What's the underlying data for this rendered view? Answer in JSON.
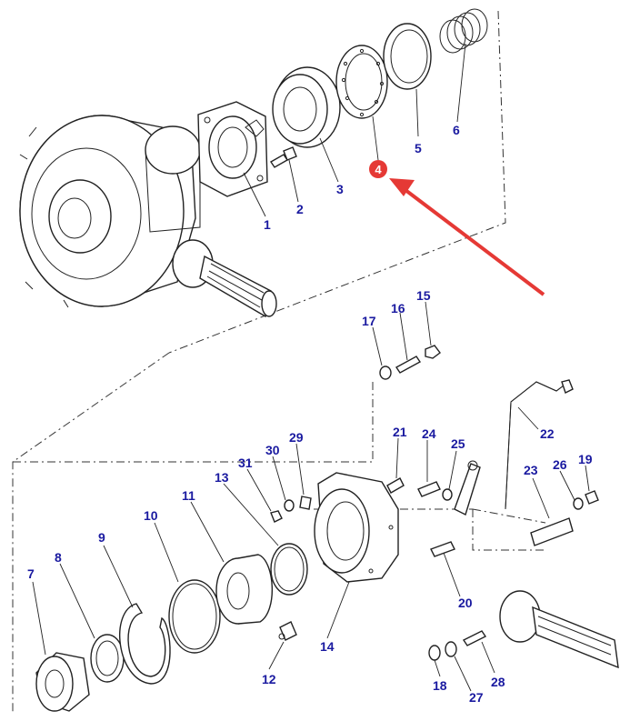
{
  "diagram": {
    "callouts": [
      {
        "id": "1",
        "text": "1"
      },
      {
        "id": "2",
        "text": "2"
      },
      {
        "id": "3",
        "text": "3"
      },
      {
        "id": "4",
        "text": "4"
      },
      {
        "id": "5",
        "text": "5"
      },
      {
        "id": "6",
        "text": "6"
      },
      {
        "id": "7",
        "text": "7"
      },
      {
        "id": "8",
        "text": "8"
      },
      {
        "id": "9",
        "text": "9"
      },
      {
        "id": "10",
        "text": "10"
      },
      {
        "id": "11",
        "text": "11"
      },
      {
        "id": "12",
        "text": "12"
      },
      {
        "id": "13",
        "text": "13"
      },
      {
        "id": "14",
        "text": "14"
      },
      {
        "id": "15",
        "text": "15"
      },
      {
        "id": "16",
        "text": "16"
      },
      {
        "id": "17",
        "text": "17"
      },
      {
        "id": "18",
        "text": "18"
      },
      {
        "id": "19",
        "text": "19"
      },
      {
        "id": "20",
        "text": "20"
      },
      {
        "id": "21",
        "text": "21"
      },
      {
        "id": "22",
        "text": "22"
      },
      {
        "id": "23",
        "text": "23"
      },
      {
        "id": "24",
        "text": "24"
      },
      {
        "id": "25",
        "text": "25"
      },
      {
        "id": "26",
        "text": "26"
      },
      {
        "id": "27",
        "text": "27"
      },
      {
        "id": "28",
        "text": "28"
      },
      {
        "id": "29",
        "text": "29"
      },
      {
        "id": "30",
        "text": "30"
      },
      {
        "id": "31",
        "text": "31"
      }
    ],
    "highlight": {
      "callout": "4",
      "badge_color": "#e53935",
      "arrow_color": "#e53935"
    },
    "label_color": "#1a1aa0"
  }
}
